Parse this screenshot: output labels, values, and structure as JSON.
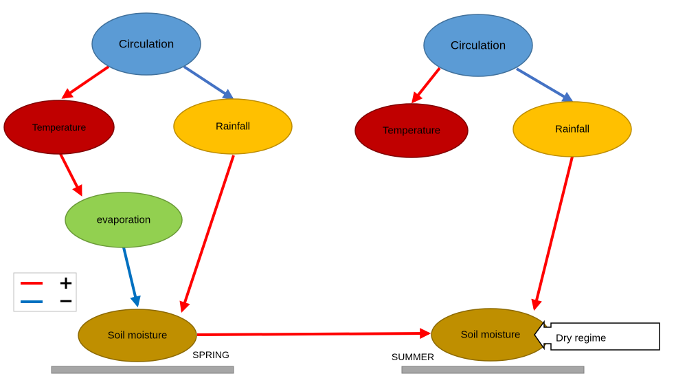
{
  "colors": {
    "circulation": "#5b9bd5",
    "temperature": "#c00000",
    "rainfall": "#ffc000",
    "evaporation": "#92d050",
    "soil_moisture": "#bf8f00",
    "positive_arrow": "#ff0000",
    "negative_arrow": "#0070c0",
    "circulation_rainfall_arrow": "#4472c4",
    "baseline_bar": "#a6a6a6"
  },
  "spring": {
    "circulation": "Circulation",
    "temperature": "Temperature",
    "rainfall": "Rainfall",
    "evaporation": "evaporation",
    "soil_moisture": "Soil moisture",
    "season_label": "SPRING"
  },
  "summer": {
    "circulation": "Circulation",
    "temperature": "Temperature",
    "rainfall": "Rainfall",
    "soil_moisture": "Soil moisture",
    "season_label": "SUMMER",
    "callout": "Dry regime"
  },
  "legend": {
    "positive_symbol": "+",
    "negative_symbol": "−"
  }
}
